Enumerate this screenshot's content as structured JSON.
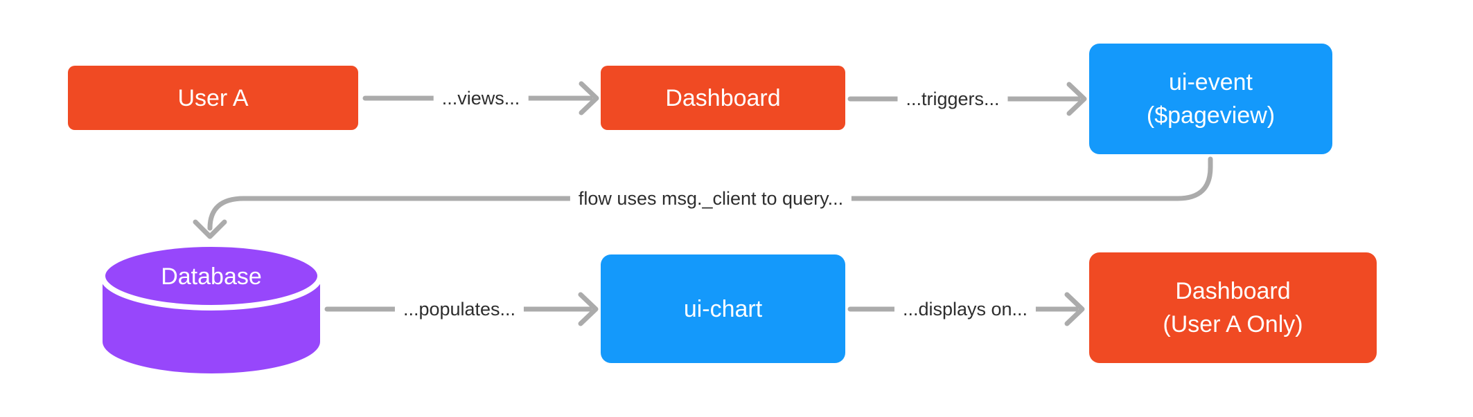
{
  "diagram": {
    "colors": {
      "node_orange": "#F04A23",
      "node_blue": "#1499FB",
      "node_purple": "#9747FB",
      "connector_gray": "#ABABAB",
      "edge_label_text": "#2D2D2D",
      "node_text": "#FFFFFF",
      "background": "#FFFFFF"
    },
    "nodes": {
      "user_a": {
        "label": "User A",
        "shape": "rect"
      },
      "dashboard": {
        "label": "Dashboard",
        "shape": "rect"
      },
      "ui_event": {
        "line1": "ui-event",
        "line2": "($pageview)",
        "shape": "rect"
      },
      "database": {
        "label": "Database",
        "shape": "cylinder"
      },
      "ui_chart": {
        "label": "ui-chart",
        "shape": "rect"
      },
      "dashboard_user_a": {
        "line1": "Dashboard",
        "line2": "(User A Only)",
        "shape": "rect"
      }
    },
    "edges": {
      "views": {
        "label": "...views...",
        "from": "user_a",
        "to": "dashboard"
      },
      "triggers": {
        "label": "...triggers...",
        "from": "dashboard",
        "to": "ui_event"
      },
      "query": {
        "label": "flow uses msg._client to query...",
        "from": "ui_event",
        "to": "database"
      },
      "populates": {
        "label": "...populates...",
        "from": "database",
        "to": "ui_chart"
      },
      "displays_on": {
        "label": "...displays on...",
        "from": "ui_chart",
        "to": "dashboard_user_a"
      }
    }
  }
}
